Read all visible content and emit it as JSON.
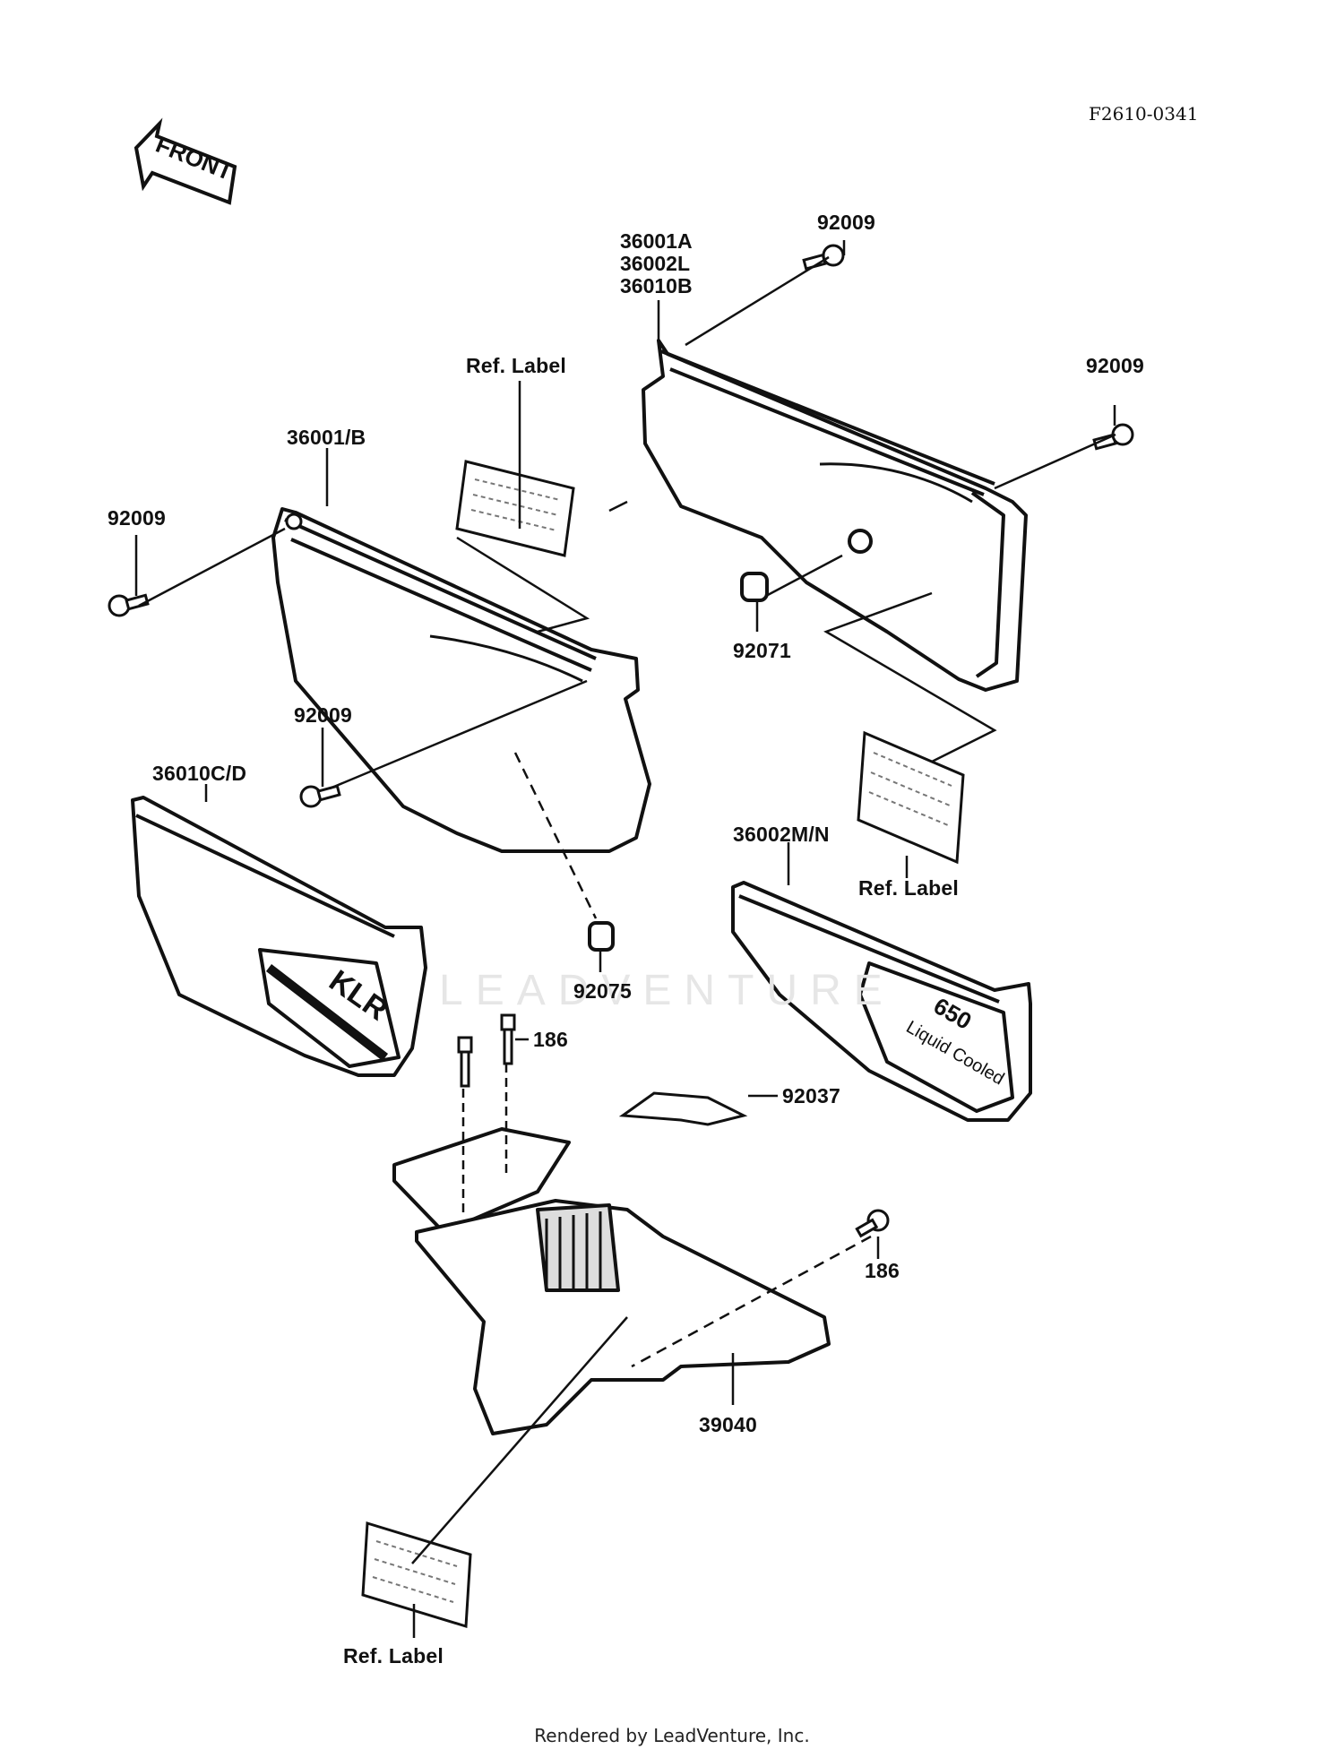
{
  "diagram_code": "F2610-0341",
  "front_label": "FRONT",
  "watermark": "LEADVENTURE",
  "badge_left": "KLR",
  "badge_right_lines": [
    "650",
    "Liquid Cooled"
  ],
  "labels": {
    "right_cover_parts": [
      "36001A",
      "36002L",
      "36010B"
    ],
    "bolt_top": "92009",
    "bolt_right": "92009",
    "bolt_left": "92009",
    "bolt_mid": "92009",
    "ref_label_top": "Ref. Label",
    "left_cover": "36001/B",
    "left_trim": "36010C/D",
    "grommet_right": "92071",
    "grommet_left": "92075",
    "right_trim": "36002M/N",
    "ref_label_right": "Ref. Label",
    "bolt_186_a": "186",
    "clip": "92037",
    "bolt_186_b": "186",
    "guard": "39040",
    "ref_label_bottom": "Ref. Label"
  },
  "footer": "Rendered by LeadVenture, Inc."
}
